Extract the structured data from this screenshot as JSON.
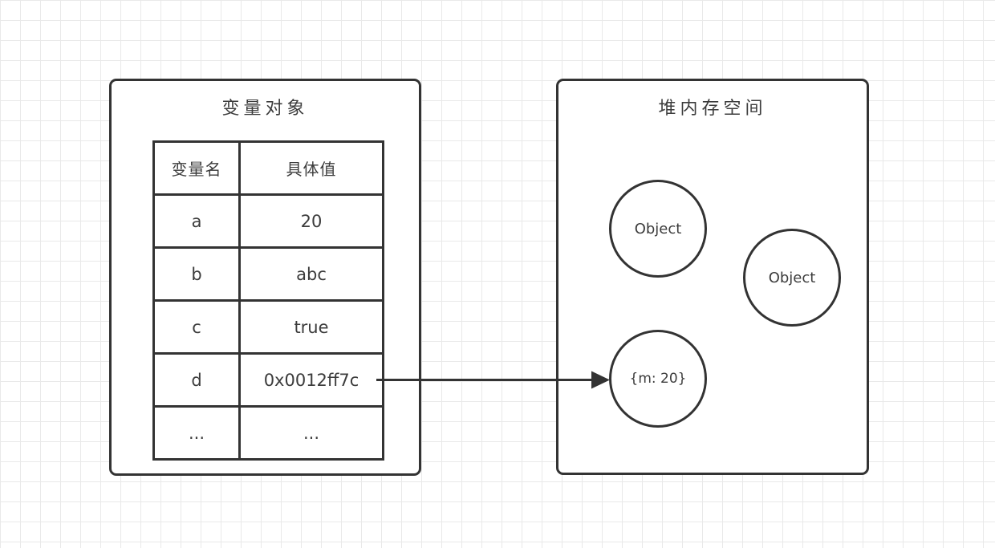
{
  "canvas": {
    "background_color": "#ffffff",
    "grid_color": "#e9e9e9",
    "stroke_color": "#333333",
    "text_color": "#3c3c3c"
  },
  "variable_object_box": {
    "title": "变量对象",
    "table": {
      "headers": {
        "name": "变量名",
        "value": "具体值"
      },
      "rows": [
        {
          "name": "a",
          "value": "20"
        },
        {
          "name": "b",
          "value": "abc"
        },
        {
          "name": "c",
          "value": "true"
        },
        {
          "name": "d",
          "value": "0x0012ff7c"
        },
        {
          "name": "...",
          "value": "..."
        }
      ]
    }
  },
  "heap_box": {
    "title": "堆内存空间",
    "objects": [
      {
        "label": "Object"
      },
      {
        "label": "Object"
      },
      {
        "label": "{m: 20}"
      }
    ]
  }
}
